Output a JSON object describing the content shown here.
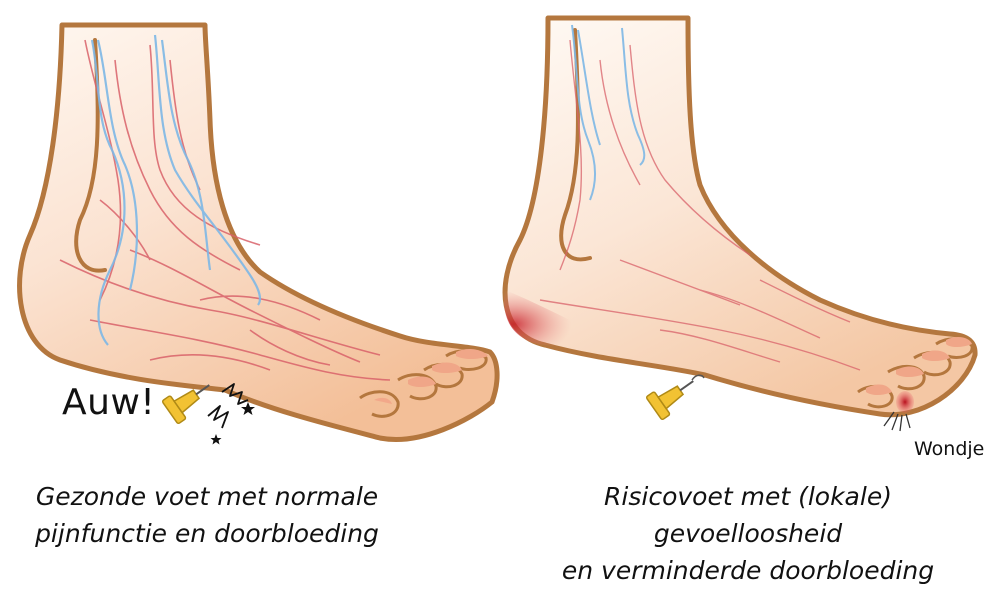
{
  "panels": {
    "healthy": {
      "exclamation": "Auw!",
      "caption_line1": "Gezonde voet met normale",
      "caption_line2": "pijnfunctie en doorbloeding"
    },
    "risk": {
      "wound_label": "Wondje",
      "caption_line1": "Risicovoet met (lokale) gevoelloosheid",
      "caption_line2": "en verminderde doorbloeding"
    }
  },
  "colors": {
    "skin_light": "#fdf0e6",
    "skin_mid": "#f6c9a6",
    "outline": "#b4773e",
    "artery": "#d9626a",
    "vein": "#7eb8e6",
    "pin": "#f2c233",
    "pressure_red": "#c8202a"
  },
  "icons": [
    "push-pin-icon",
    "pain-spark-icon",
    "star-icon",
    "wound-icon"
  ]
}
